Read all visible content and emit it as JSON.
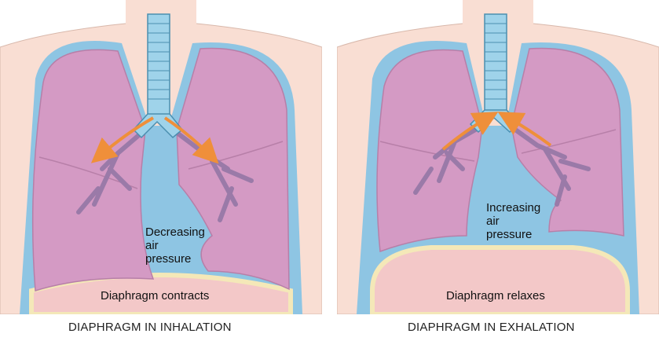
{
  "panels": [
    {
      "caption": "DIAPHRAGM IN INHALATION",
      "pressure_lines": [
        "Decreasing",
        "air",
        "pressure"
      ],
      "diaphragm_label": "Diaphragm contracts"
    },
    {
      "caption": "DIAPHRAGM IN EXHALATION",
      "pressure_lines": [
        "Increasing",
        "air",
        "pressure"
      ],
      "diaphragm_label": "Diaphragm relaxes"
    }
  ],
  "colors": {
    "skin": "#f9ded3",
    "pleura": "#8ec5e3",
    "lung": "#d49ac4",
    "bronchi": "#9a7aa8",
    "trachea": "#9fd3ea",
    "diaphragm": "#f3c8c8",
    "diaphragm_rim": "#f4e8b8",
    "arrow": "#ef8f3a"
  }
}
